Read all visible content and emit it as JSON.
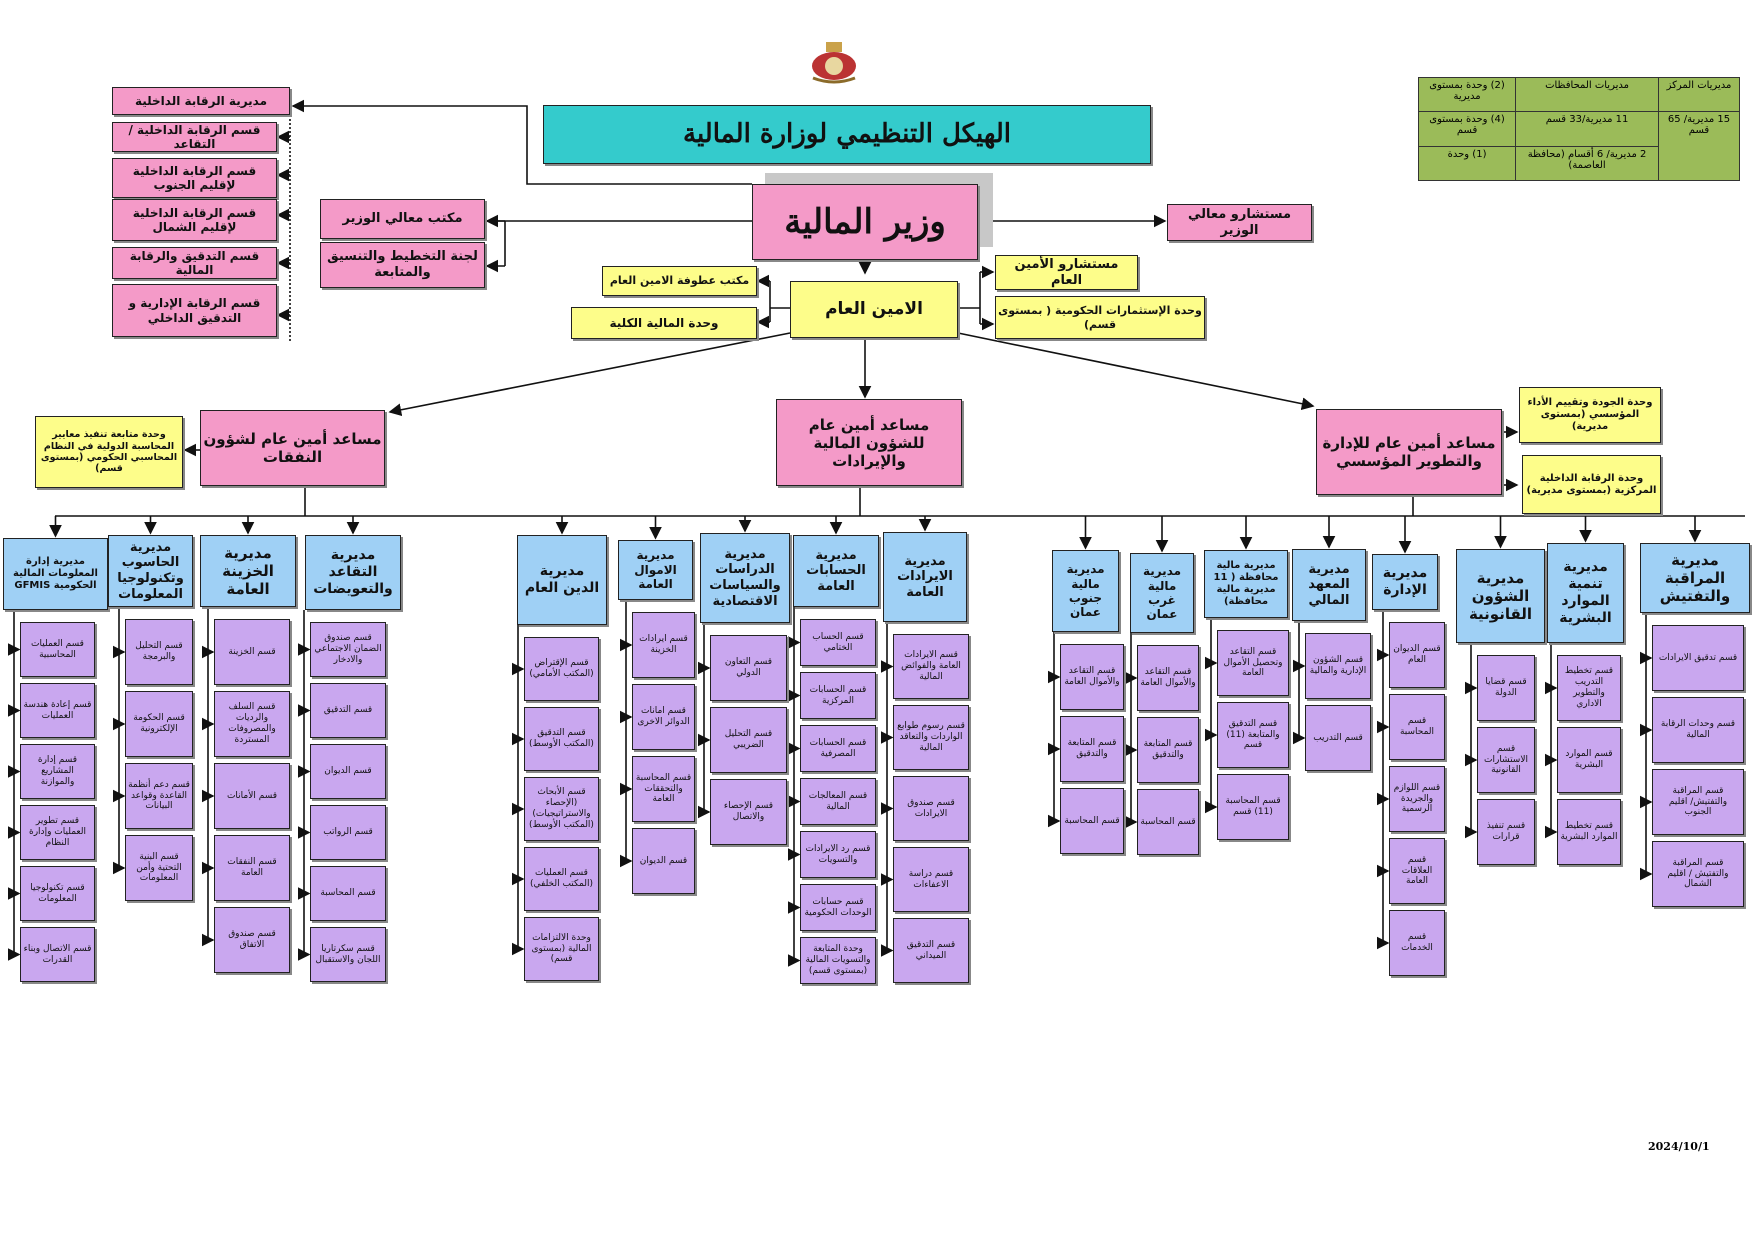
{
  "title": "الهيكل التنظيمي لوزارة المالية",
  "date": "2024/10/1",
  "legend": {
    "headers": [
      "مديريات المركز",
      "مديريات المحافظات",
      "(2) وحدة بمستوى مديرية"
    ],
    "r1": [
      "15 مديرية/ 65 قسم",
      "11 مديرية/33 قسم",
      "(4) وحدة بمستوى قسم"
    ],
    "r2": [
      "2 مديرية/ 6 أقسام (محافظة العاصمة)",
      "(1) وحدة"
    ]
  },
  "top": {
    "minister": "وزير المالية",
    "minister_office": "مكتب معالي الوزير",
    "planning": "لجنة التخطيط والتنسيق والمتابعة",
    "minister_advisors": "مستشارو معالي الوزير",
    "sg": "الامين العام",
    "sg_office": "مكتب عطوفة الامين العام",
    "macro": "وحدة المالية الكلية",
    "sg_advisors": "مستشارو الأمين العام",
    "invest": "وحدة الإستثمارات الحكومية ( بمستوى قسم)"
  },
  "audit": {
    "head": "مديرية الرقابة الداخلية",
    "items": [
      "قسم الرقابة الداخلية / التقاعد",
      "قسم الرقابة الداخلية لإقليم الجنوب",
      "قسم الرقابة الداخلية لإقليم الشمال",
      "قسم التدقيق والرقابة المالية",
      "قسم الرقابة الإدارية و التدقيق الداخلي"
    ]
  },
  "assistants": {
    "exp": "مساعد أمين عام لشؤون النفقات",
    "fin": "مساعد أمين عام للشؤون المالية والإيرادات",
    "adm": "مساعد أمين عام للإدارة والتطوير المؤسسي"
  },
  "units": {
    "ifrs": "وحدة متابعة تنفيذ معايير المحاسبة الدولية في النظام المحاسبي الحكومي (بمستوى قسم)",
    "quality": "وحدة الجودة وتقييم الأداء المؤسسي (بمستوى مديرية)",
    "central_audit": "وحدة الرقابة الداخلية المركزية (بمستوى مديرية)"
  },
  "directorates": [
    {
      "name": "مديرية إدارة المعلومات المالية الحكومية GFMIS",
      "sections": [
        "قسم العمليات المحاسبية",
        "قسم إعادة هندسة العمليات",
        "قسم إدارة المشاريع والموازنة",
        "قسم تطوير العمليات وإدارة النظام",
        "قسم تكنولوجيا المعلومات",
        "قسم الاتصال وبناء القدرات"
      ]
    },
    {
      "name": "مديرية الحاسوب وتكنولوجيا المعلومات",
      "sections": [
        "قسم التحليل والبرمجة",
        "قسم الحكومة الإلكترونية",
        "قسم دعم أنظمة القاعدة وقواعد البيانات",
        "قسم البنية التحتية وأمن المعلومات"
      ]
    },
    {
      "name": "مديرية الخزينة العامة",
      "sections": [
        "قسم الخزينة",
        "قسم السلف والرديات والمصروفات المستردة",
        "قسم الأمانات",
        "قسم النفقات العامة",
        "قسم صندوق الاتفاق"
      ]
    },
    {
      "name": "مديرية التقاعد والتعويضات",
      "sections": [
        "قسم صندوق الضمان الاجتماعي والادخار",
        "قسم التدقيق",
        "قسم الديوان",
        "قسم الرواتب",
        "قسم المحاسبة",
        "قسم سكرتاريا اللجان والاستقبال"
      ]
    },
    {
      "name": "مديرية الدين العام",
      "sections": [
        "قسم الإقتراض (المكتب الأمامي)",
        "قسم التدقيق (المكتب الأوسط)",
        "قسم الأبحاث (الإحصاء والاستراتيجيات) (المكتب الأوسط)",
        "قسم العمليات (المكتب الخلفي)",
        "وحدة الالتزامات المالية (بمستوى قسم)"
      ]
    },
    {
      "name": "مديرية الاموال العامة",
      "sections": [
        "قسم ايرادات الخزينة",
        "قسم امانات الدوائر الاخرى",
        "قسم المحاسبة والتحققات العامة",
        "قسم الديوان"
      ]
    },
    {
      "name": "مديرية الدراسات والسياسات الاقتصادية",
      "sections": [
        "قسم التعاون الدولي",
        "قسم التحليل الضريبي",
        "قسم الإحصاء والاتصال"
      ]
    },
    {
      "name": "مديرية الحسابات العامة",
      "sections": [
        "قسم الحساب الختامي",
        "قسم الحسابات المركزية",
        "قسم الحسابات المصرفية",
        "قسم المعالجات المالية",
        "قسم رد الايرادات والتسويات",
        "قسم حسابات الوحدات الحكومية",
        "وحدة المتابعة والتسويات المالية (بمستوى قسم)"
      ]
    },
    {
      "name": "مديرية الايرادات العامة",
      "sections": [
        "قسم الايرادات العامة والفوائض المالية",
        "قسم رسوم طوابع الواردات والتعاقد المالية",
        "قسم صندوق الايرادات",
        "قسم دراسة الاعفاءات",
        "قسم التدقيق الميداني"
      ]
    },
    {
      "name": "مديرية مالية جنوب عمان",
      "sections": [
        "قسم التقاعد والأموال العامة",
        "قسم المتابعة والتدقيق",
        "قسم المحاسبة"
      ]
    },
    {
      "name": "مديرية مالية غرب عمان",
      "sections": [
        "قسم التقاعد والأموال العامة",
        "قسم المتابعة والتدقيق",
        "قسم المحاسبة"
      ]
    },
    {
      "name": "مديرية مالية محافظة ( 11 مديرية مالية محافظة)",
      "sections": [
        "قسم التقاعد وتحصيل الأموال العامة",
        "قسم التدقيق والمتابعة (11) قسم",
        "قسم المحاسبة (11) قسم"
      ]
    },
    {
      "name": "مديرية المعهد المالي",
      "sections": [
        "قسم الشؤون الإدارية والمالية",
        "قسم التدريب"
      ]
    },
    {
      "name": "مديرية الإدارة",
      "sections": [
        "قسم الديوان العام",
        "قسم المحاسبة",
        "قسم اللوازم والجريدة الرسمية",
        "قسم العلاقات العامة",
        "قسم الخدمات"
      ]
    },
    {
      "name": "مديرية الشؤون القانونية",
      "sections": [
        "قسم قضايا الدولة",
        "قسم الاستشارات القانونية",
        "قسم تنفيذ قرارات"
      ]
    },
    {
      "name": "مديرية تنمية الموارد البشرية",
      "sections": [
        "قسم تخطيط التدريب والتطوير الاداري",
        "قسم الموارد البشرية",
        "قسم تخطيط الموارد البشرية"
      ]
    },
    {
      "name": "مديرية المراقبة والتفتيش",
      "sections": [
        "قسم تدقيق الايرادات",
        "قسم وحدات الرقابة المالية",
        "قسم المراقبة والتفتيش/ اقليم الجنوب",
        "قسم المراقبة والتفتيش / اقليم الشمال"
      ]
    }
  ]
}
